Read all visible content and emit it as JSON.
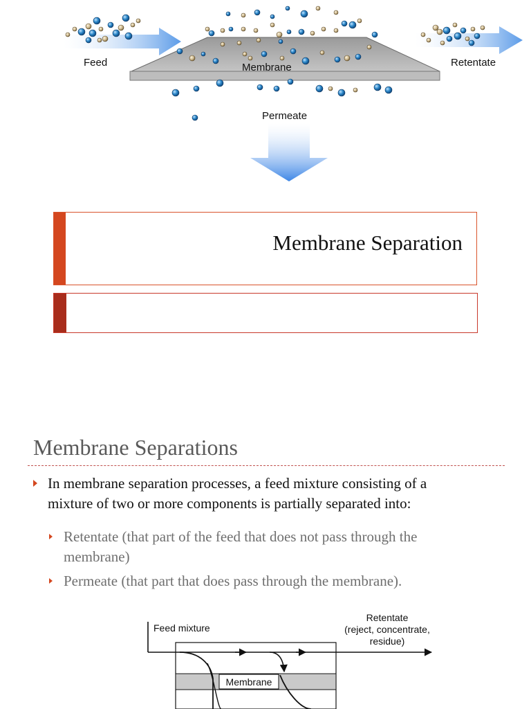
{
  "slide1": {
    "diagram": {
      "feed_label": "Feed",
      "membrane_label": "Membrane",
      "retentate_label": "Retentate",
      "permeate_label": "Permeate",
      "colors": {
        "arrow_blue": "#5b9be8",
        "membrane_gray": "#b5b5b5",
        "particle_blue": "#1f74b8",
        "particle_tan": "#c9b48a"
      }
    },
    "title": "Membrane Separation",
    "subtitle": "",
    "colors": {
      "title_accent": "#d4471f",
      "subtitle_accent": "#a82d1c"
    }
  },
  "slide2": {
    "title": "Membrane Separations",
    "bullets": [
      {
        "lines": [
          "In membrane separation processes, a feed mixture consisting of a",
          "mixture of two or more components is partially separated into:"
        ]
      }
    ],
    "sub_bullets": [
      {
        "lines": [
          "Retentate (that part of the feed that does not pass through the",
          "membrane)"
        ]
      },
      {
        "lines": [
          "Permeate (that part that does pass through the membrane)."
        ]
      }
    ],
    "diagram": {
      "feed_mixture_label": "Feed mixture",
      "retentate_lines": [
        "Retentate",
        "(reject, concentrate,",
        "residue)"
      ],
      "membrane_label": "Membrane"
    }
  }
}
